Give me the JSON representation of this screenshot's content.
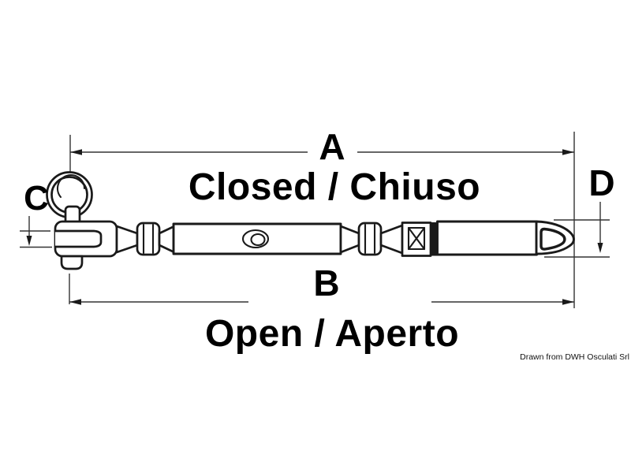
{
  "diagram": {
    "dim_labels": {
      "a": "A",
      "b": "B",
      "c": "C",
      "d": "D"
    },
    "captions": {
      "closed": "Closed / Chiuso",
      "open": "Open / Aperto"
    },
    "credit": "Drawn from DWH Osculati Srl",
    "colors": {
      "background": "#ffffff",
      "part_line": "#1a1a1a",
      "dim_line": "#333333",
      "text": "#000000"
    }
  }
}
